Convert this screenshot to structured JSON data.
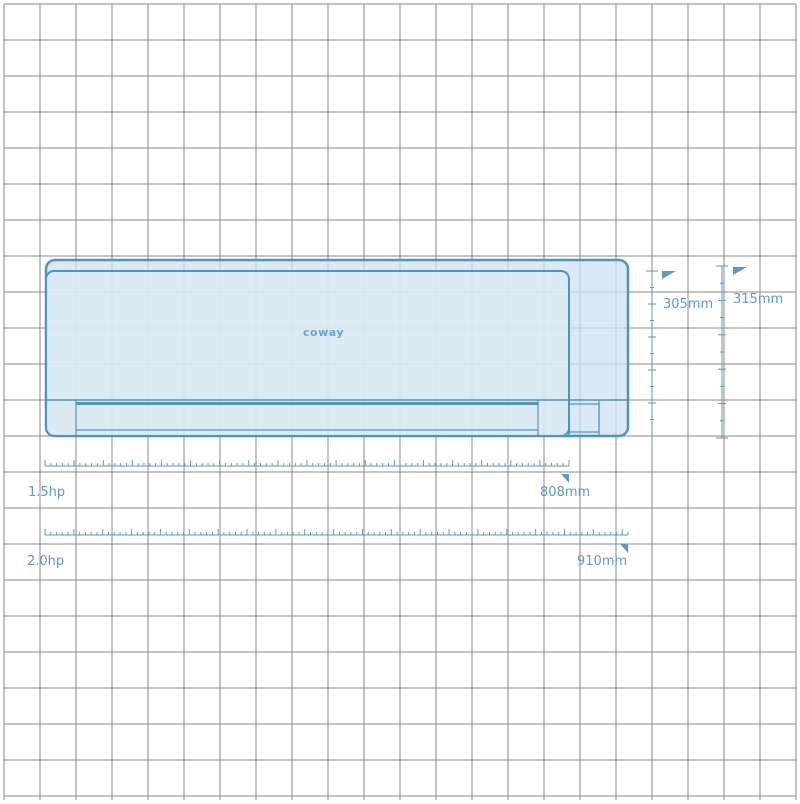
{
  "brand_logo": "coway",
  "colors": {
    "grid": "#8a8a8a",
    "unit_outline": "#4f93bf",
    "unit_fill": "#dde9f3",
    "unit_fill_outer": "#cfe2f1",
    "label": "#5b9bbd"
  },
  "dimensions": {
    "width_1_5hp": {
      "model": "1.5hp",
      "value": "808mm"
    },
    "width_2_0hp": {
      "model": "2.0hp",
      "value": "910mm"
    },
    "height_1_5hp": {
      "value": "305mm"
    },
    "height_2_0hp": {
      "value": "315mm"
    }
  }
}
